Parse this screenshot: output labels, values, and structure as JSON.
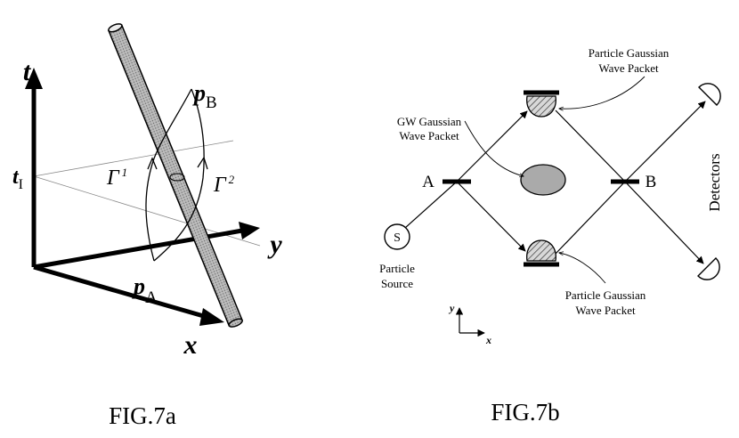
{
  "fig_a": {
    "axis_t": "t",
    "axis_y": "y",
    "axis_x": "x",
    "t_label": "t",
    "t_sub": "I",
    "pA_main": "p",
    "pA_sub": "A",
    "pB_main": "p",
    "pB_sub": "B",
    "gamma1": "Γ",
    "gamma1_sup": "1",
    "gamma2": "Γ",
    "gamma2_sup": "2",
    "caption": "FIG.7a"
  },
  "fig_b": {
    "gw_label_line1": "GW Gaussian",
    "gw_label_line2": "Wave Packet",
    "top_packet_line1": "Particle Gaussian",
    "top_packet_line2": "Wave Packet",
    "bottom_packet_line1": "Particle Gaussian",
    "bottom_packet_line2": "Wave Packet",
    "node_a": "A",
    "node_b": "B",
    "source_symbol": "S",
    "source_line1": "Particle",
    "source_line2": "Source",
    "detectors": "Detectors",
    "axis_y": "y",
    "axis_x": "x",
    "caption": "FIG.7b"
  }
}
